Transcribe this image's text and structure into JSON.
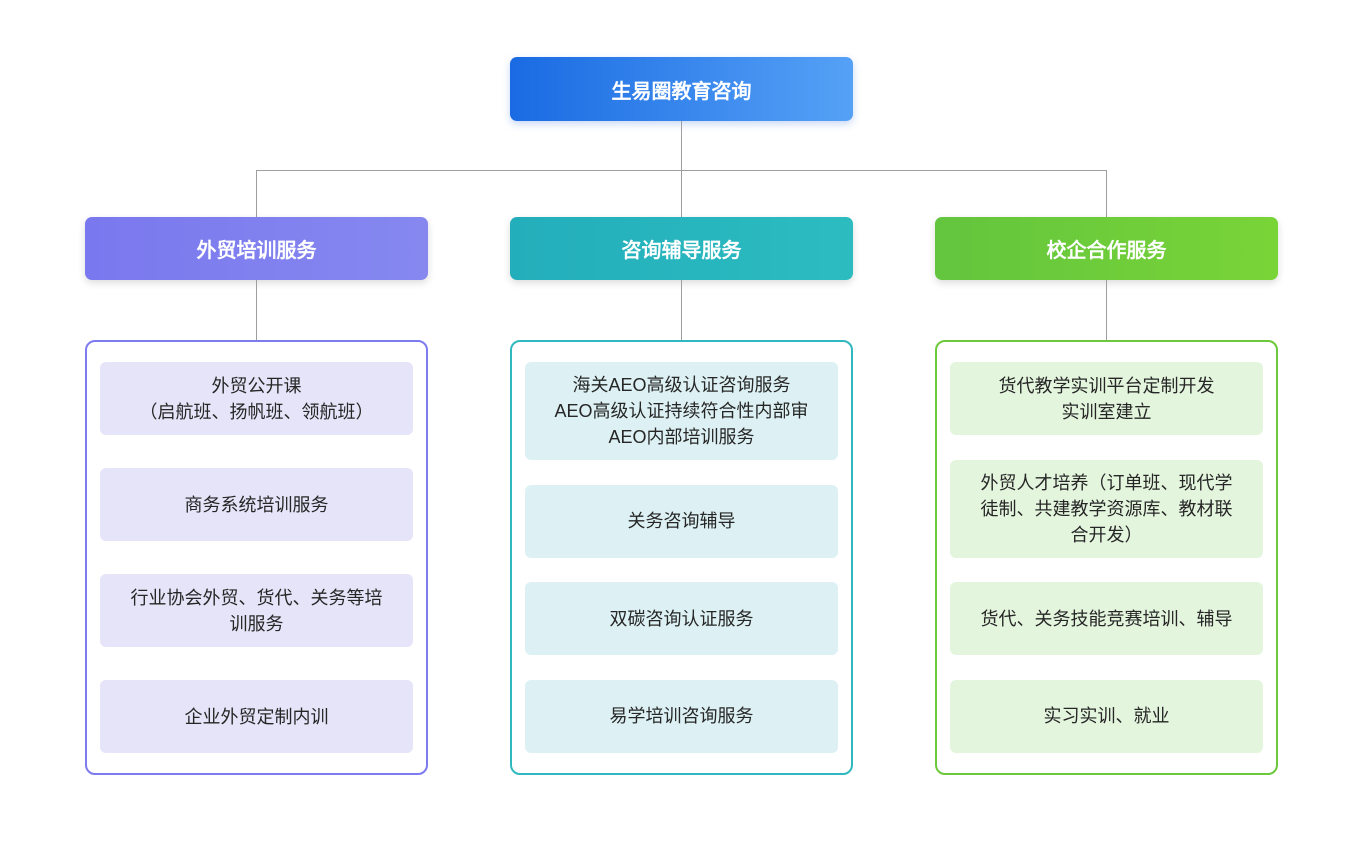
{
  "root": {
    "label": "生易圈教育咨询",
    "colors": {
      "gradient_from": "#1A6BE3",
      "gradient_to": "#55A1F6",
      "text": "#FFFFFF"
    }
  },
  "connector_color": "#9E9E9E",
  "branches": [
    {
      "label": "外贸培训服务",
      "colors": {
        "header_from": "#7A78EE",
        "header_to": "#8688F0",
        "border": "#7D7BEF",
        "item_bg": "#E6E4F8"
      },
      "items": [
        "外贸公开课\n（启航班、扬帆班、领航班）",
        "商务系统培训服务",
        "行业协会外贸、货代、关务等培训服务",
        "企业外贸定制内训"
      ]
    },
    {
      "label": "咨询辅导服务",
      "colors": {
        "header_from": "#23AEBB",
        "header_to": "#2CBCC0",
        "border": "#2FB9BE",
        "item_bg": "#DDF1F4"
      },
      "items": [
        "海关AEO高级认证咨询服务\nAEO高级认证持续符合性内部审\nAEO内部培训服务",
        "关务咨询辅导",
        "双碳咨询认证服务",
        "易学培训咨询服务"
      ]
    },
    {
      "label": "校企合作服务",
      "colors": {
        "header_from": "#63C53E",
        "header_to": "#79D437",
        "border": "#6CC93C",
        "item_bg": "#E4F5DE"
      },
      "items": [
        "货代教学实训平台定制开发\n实训室建立",
        "外贸人才培养（订单班、现代学徒制、共建教学资源库、教材联合开发）",
        "货代、关务技能竞赛培训、辅导",
        "实习实训、就业"
      ]
    }
  ]
}
